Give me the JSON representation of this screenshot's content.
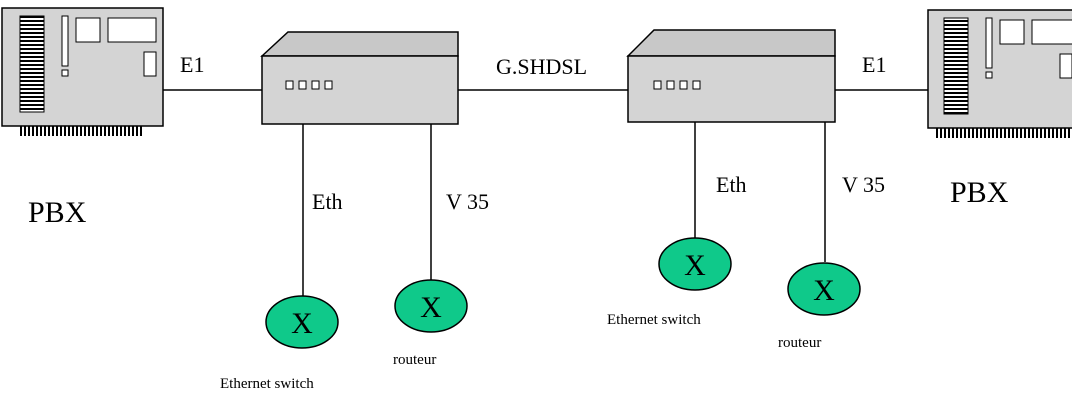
{
  "diagram": {
    "pbx_left": {
      "label": "PBX"
    },
    "pbx_right": {
      "label": "PBX"
    },
    "links": {
      "e1_left": "E1",
      "e1_right": "E1",
      "gshdsl": "G.SHDSL",
      "eth_left": "Eth",
      "eth_right": "Eth",
      "v35_left": "V 35",
      "v35_right": "V 35"
    },
    "nodes": {
      "switch_left": {
        "symbol": "X",
        "label": "Ethernet switch"
      },
      "router_left": {
        "symbol": "X",
        "label": "routeur"
      },
      "switch_right": {
        "symbol": "X",
        "label": "Ethernet switch"
      },
      "router_right": {
        "symbol": "X",
        "label": "routeur"
      }
    },
    "colors": {
      "node_fill": "#0fc98a",
      "device_fill": "#d4d4d4",
      "line": "#000000"
    }
  }
}
